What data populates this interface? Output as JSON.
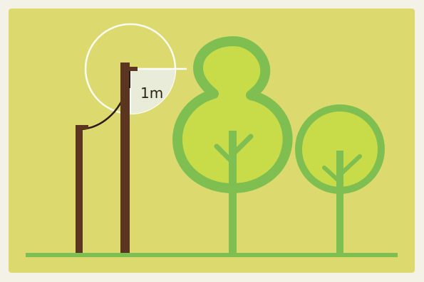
{
  "illustration": {
    "clearance_label": "1m",
    "colors": {
      "background": "#dcd96e",
      "paper": "#f4f1e6",
      "pole": "#5b3520",
      "wire": "#2b1d14",
      "clearance_zone": "#e8ecd9",
      "clearance_ring": "#ffffff",
      "tree_canopy": "#c8dc4a",
      "tree_outline": "#7fbf52",
      "ground": "#7fbf52"
    },
    "icons": [
      "utility-pole",
      "tree",
      "clearance-zone"
    ]
  }
}
